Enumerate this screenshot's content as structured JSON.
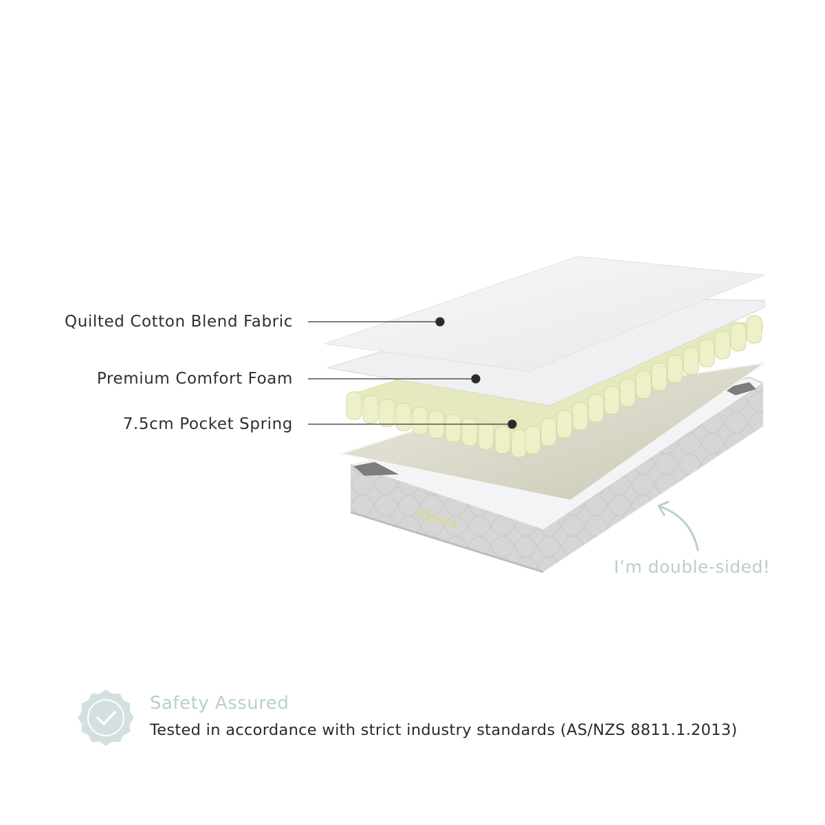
{
  "layers": [
    {
      "label": "Quilted Cotton Blend Fabric"
    },
    {
      "label": "Premium Comfort Foam"
    },
    {
      "label": "7.5cm Pocket Spring"
    }
  ],
  "brand_logo": "Mocka.",
  "callout": "I’m double-sided!",
  "safety": {
    "title": "Safety Assured",
    "description": "Tested in accordance with strict industry standards (AS/NZS 8811.1.2013)",
    "icon": "badge-check-icon"
  },
  "colors": {
    "accent": "#b9cfcc",
    "spring": "#eef0c8",
    "text": "#2f2f2f"
  }
}
